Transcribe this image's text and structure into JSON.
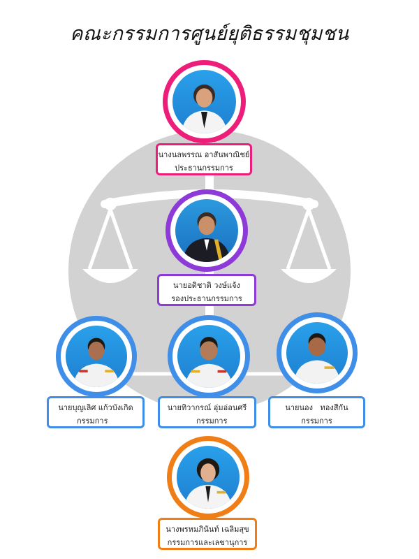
{
  "title": "คณะกรรมการศูนย์ยุติธรรมชุมชน",
  "colors": {
    "background_logo": "#d2d2d2",
    "connector": "#ffffff",
    "pink": "#ed1e79",
    "purple": "#8e3ad8",
    "blue": "#3f8ee8",
    "orange": "#f07e16"
  },
  "members": [
    {
      "name": "นางนลพรรณ อาสันพาณิชย์",
      "role": "ประธานกรรมการ",
      "accent": "#ed1e79",
      "photo_icon": "person-portrait-woman"
    },
    {
      "name": "นายอดิชาติ วงษ์แจ้ง",
      "role": "รองประธานกรรมการ",
      "accent": "#8e3ad8",
      "photo_icon": "person-portrait-man"
    },
    {
      "name": "นายบุญเลิศ แก้วบังเกิด",
      "role": "กรรมการ",
      "accent": "#3f8ee8",
      "photo_icon": "person-portrait-man"
    },
    {
      "name": "นายทิวากรณ์ อุ่มอ่อนศรี",
      "role": "กรรมการ",
      "accent": "#3f8ee8",
      "photo_icon": "person-portrait-man"
    },
    {
      "name": "นายนอง   ทองสีกัน",
      "role": "กรรมการ",
      "accent": "#3f8ee8",
      "photo_icon": "person-portrait-man"
    },
    {
      "name": "นางพรหมภินันท์ เฉลิมสุข",
      "role": "กรรมการและเลขานุการ",
      "accent": "#f07e16",
      "photo_icon": "person-portrait-woman"
    }
  ]
}
